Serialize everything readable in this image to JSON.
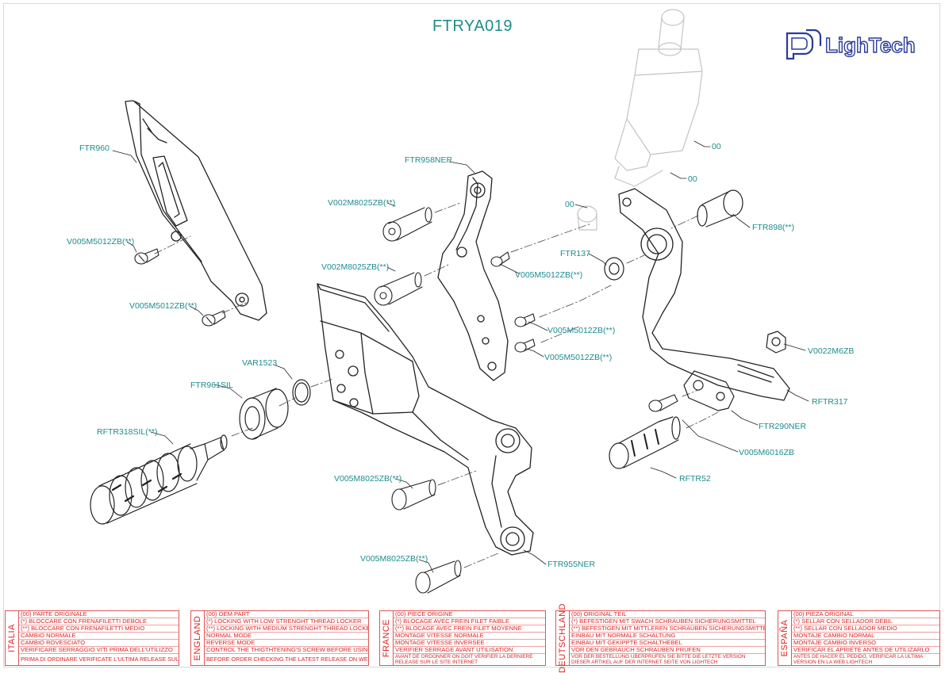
{
  "title": "FTRYA019",
  "brand": "LighTech",
  "colors": {
    "label": "#1f8c8c",
    "notes": "#dd2222",
    "logo": "#2a3a9a",
    "drawing": "#222222",
    "ghost": "#bbbbbb"
  },
  "labels": {
    "ftr960": "FTR960",
    "v005_top": "V005M5012ZB(**)",
    "v005_mid": "V005M5012ZB(**)",
    "var1523": "VAR1523",
    "ftr961sil": "FTR961SIL",
    "rftr318sil": "RFTR318SIL(**)",
    "ftr958ner": "FTR958NER",
    "v002_top": "V002M8025ZB(**)",
    "v002_mid": "V002M8025ZB(**)",
    "v005_plate1": "V005M5012ZB(**)",
    "v005_plate2": "V005M5012ZB(**)",
    "v005_plate3": "V005M5012ZB(**)",
    "v005m8025_1": "V005M8025ZB(**)",
    "v005m8025_2": "V005M8025ZB(**)",
    "ftr955ner": "FTR955NER",
    "ftr137": "FTR137",
    "oo_left": "00",
    "oo_top": "00",
    "oo_mid": "00",
    "ftr898": "FTR898(**)",
    "v0022m6zb": "V0022M6ZB",
    "rftr317": "RFTR317",
    "ftr290ner": "FTR290NER",
    "v005m6016zb": "V005M6016ZB",
    "rftr52": "RFTR52"
  },
  "notes": [
    {
      "lang": "ITALIA",
      "rows": [
        "(00) PARTE ORIGINALE",
        "(*)   BLOCCARE CON FRENAFILETTI DEBOLE",
        "(**)  BLOCCARE CON FRENAFILETTI MEDIO",
        "CAMBIO NORMALE",
        "CAMBIO ROVESCIATO",
        "VERIFICARE SERRAGGIO VITI PRIMA DELL'UTILIZZO"
      ],
      "last": "PRIMA DI ORDINARE VERIFICATE L'ULTIMA RELEASE SUL SITO"
    },
    {
      "lang": "ENGLAND",
      "rows": [
        "(00) OEM PART",
        "(*)   LOCKING WITH LOW STRENGHT THREAD LOCKER",
        "(**)  LOCKING WITH MEDIUM STRENGHT THREAD LOCKER",
        "NORMAL MODE",
        "REVERSE MODE",
        "CONTROL THE THIGTHTENING'S SCREW BEFORE USING"
      ],
      "last": "BEFORE ORDER CHECKING THE LATEST RELEASE ON WEBSITE"
    },
    {
      "lang": "FRANCE",
      "rows": [
        "(00) PIECE ORIGINE",
        "(*)   BLOCAGE AVEC FREIN FILET FAIBLE",
        "(**)  BLOCAGE AVEC FREIN FILET MOYENNE",
        "MONTAGE VITESSE NORMALE",
        "MONTAGE VITESSE INVERSEE",
        "VERIFIER SERRAGE AVANT UTILISATION"
      ],
      "last": "AVANT DE ORDONNER ON DOIT VÉRIFIER LA DERNIERE RELEASE SUR LE SITE INTERNET"
    },
    {
      "lang": "DEUTSCHLAND",
      "rows": [
        "(00) ORIGINAL TEIL",
        "(*)   BEFESTIGEN MIT SWACH SCHRAUBEN SICHERUNGSMITTEL",
        "(**)  BEFESTIGEN MIT MITTLEREN SCHRAUBEN SICHERUNGSMITTEL",
        "EINBAU MIT NORMALE SCHALTUNG",
        "EINBAU MIT GEKIPPTE SCHALTHEBEL",
        "VOR DEN GEBRAUCH SCHRAUBEN PRÜFEN"
      ],
      "last": "VOR DER BESTELLUNG ÜBERPRÜFEN SIE BITTE DIE LETZTE VERSION DIESER ARTIKEL AUF DER INTERNET SEITE VON LIGHTECH"
    },
    {
      "lang": "ESPAÑA",
      "rows": [
        "(00) PIEZA ORIGINAL",
        "(*)   SELLAR CON SELLADOR DEBIL",
        "(**)  SELLAR CON SELLADOR MEDIO",
        "MONTAJE  CAMBIO NORMAL",
        "MONTAJE CAMBIO INVERSO",
        "VERIFICAR EL APRIETE ANTES DE UTILIZARLO"
      ],
      "last": "ANTES DE HACER EL PEDIDO, VERIFICAR LA ULTIMA VERSION EN LA WEB LIGHTECH"
    }
  ]
}
